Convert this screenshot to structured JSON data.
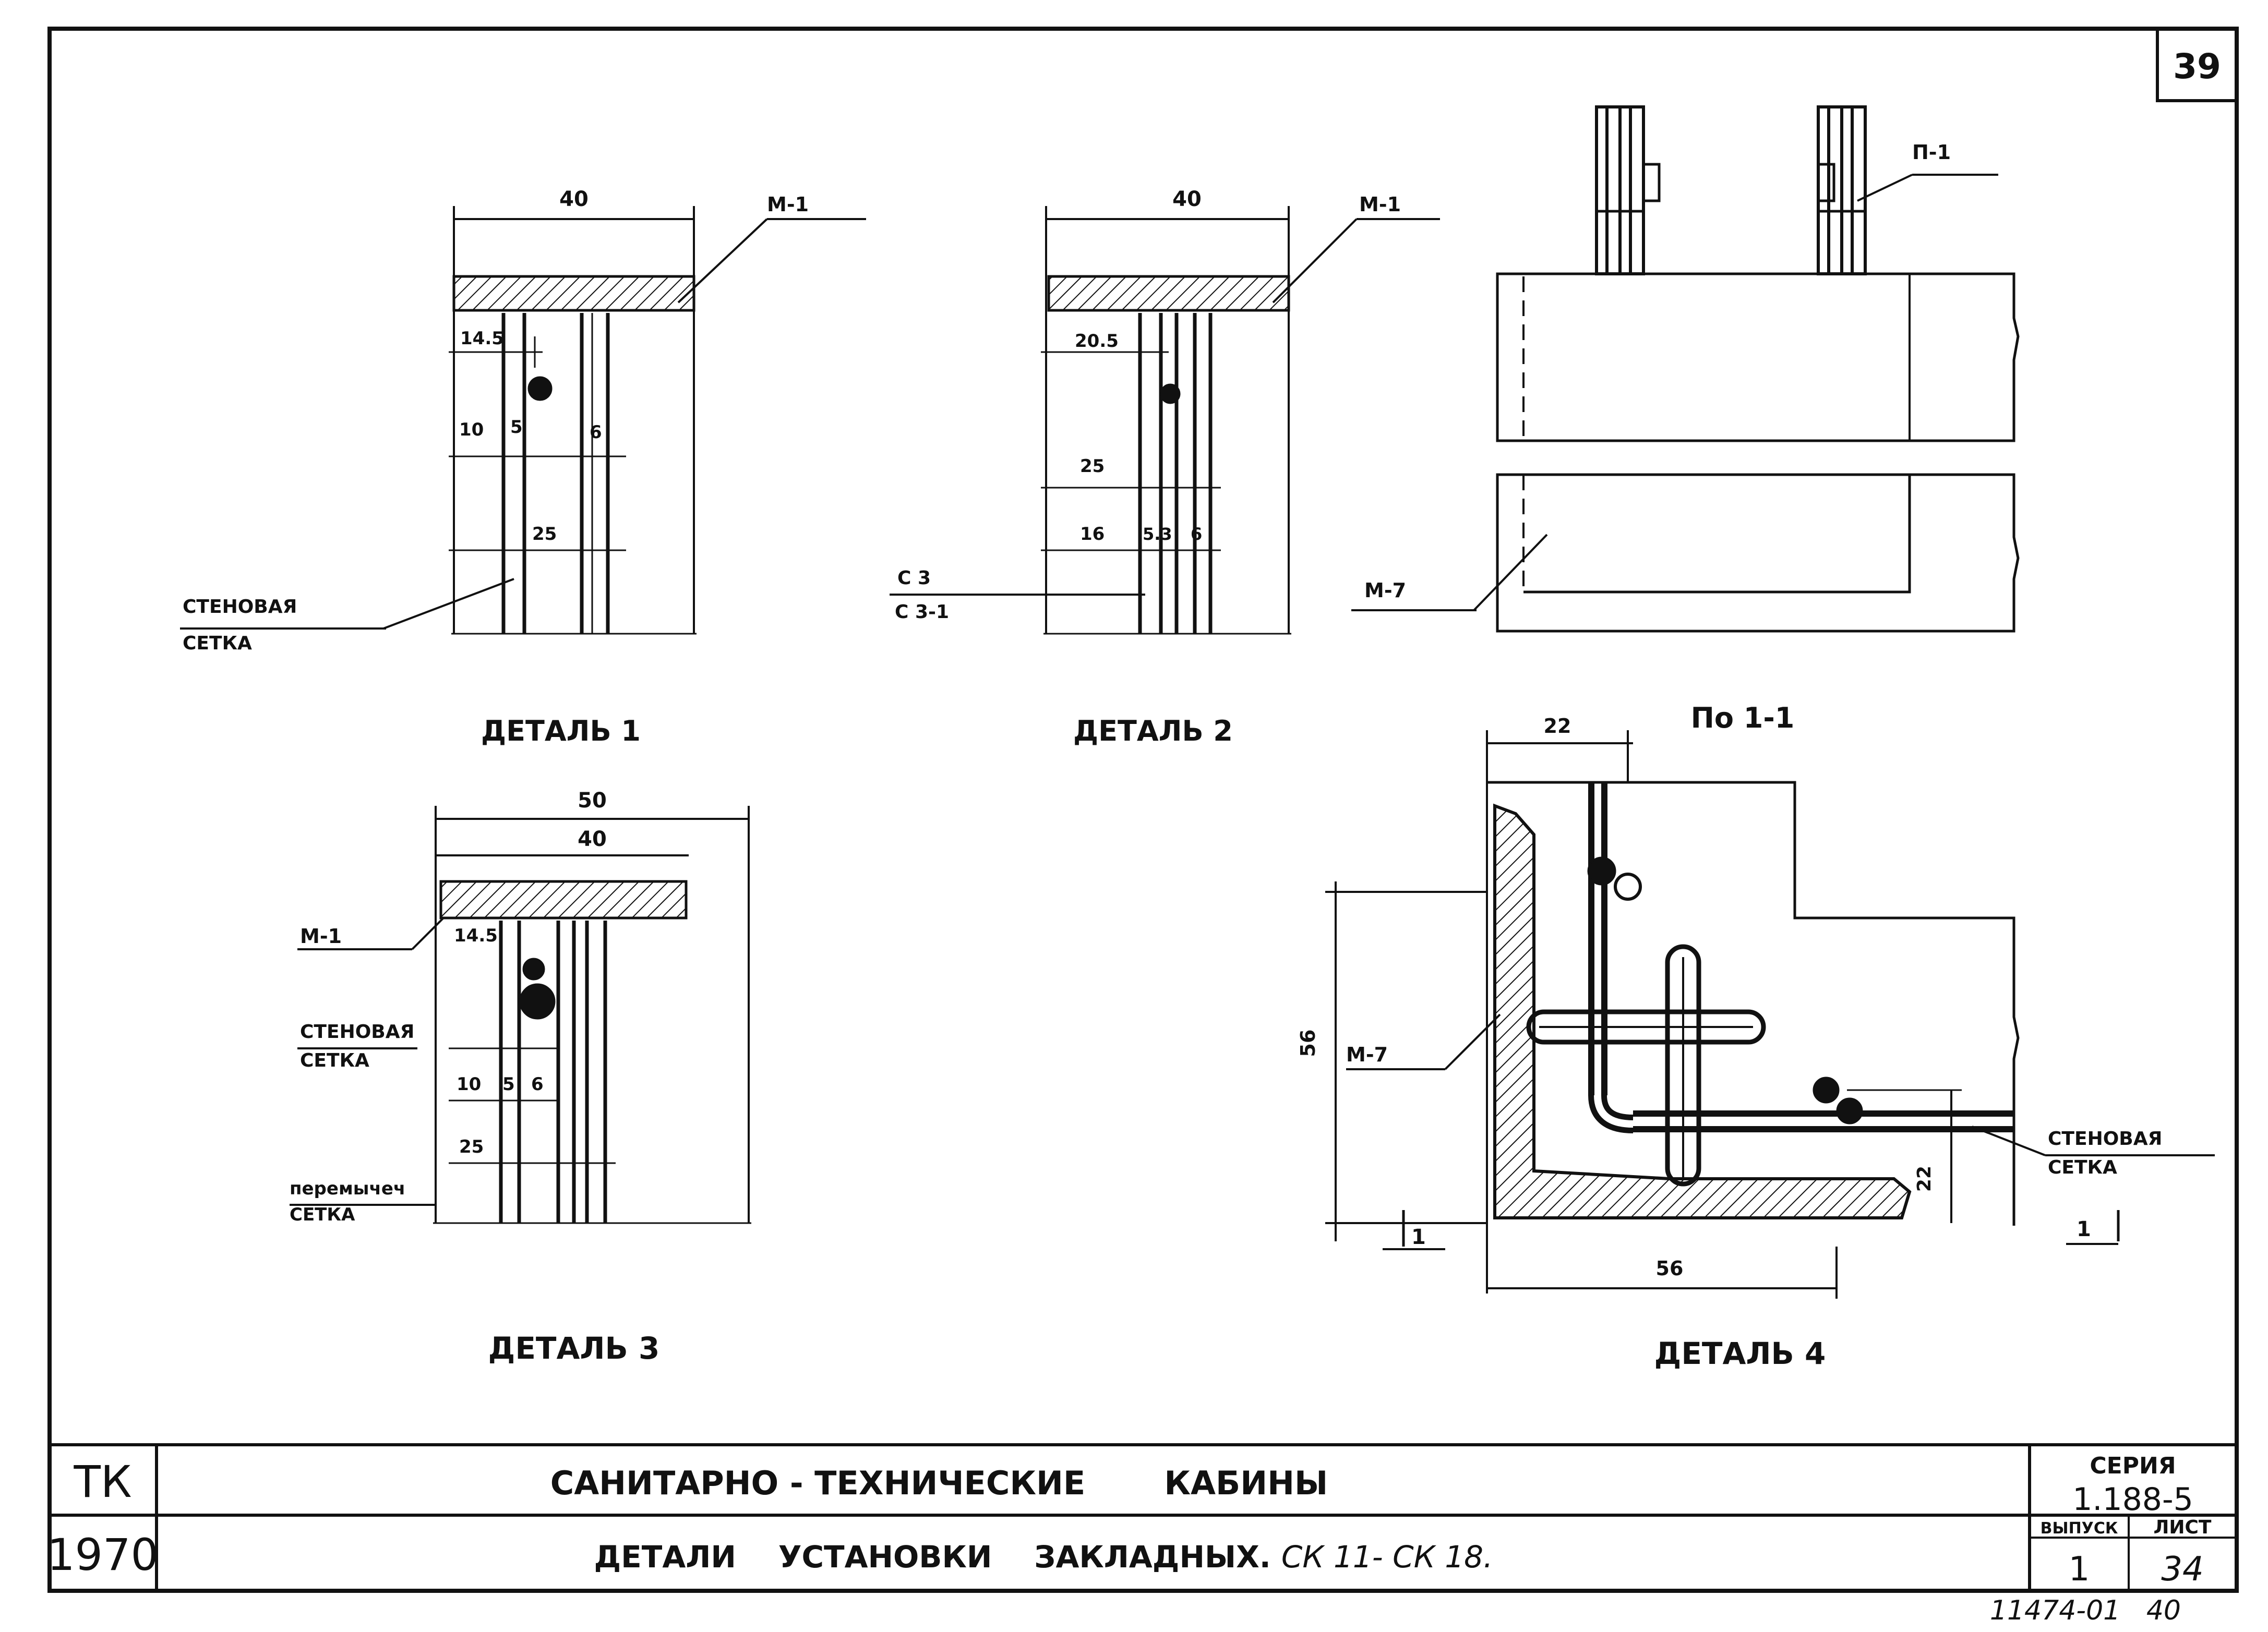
{
  "page_number": "39",
  "details": {
    "d1": {
      "caption": "ДЕТАЛЬ 1",
      "dim_width": "40",
      "dim_145": "14.5",
      "dim_10": "10",
      "label_5": "5",
      "label_6": "6",
      "dim_25": "25",
      "part_m1": "М-1",
      "mesh_line1": "СТЕНОВАЯ",
      "mesh_line2": "СЕТКА"
    },
    "d2": {
      "caption": "ДЕТАЛЬ 2",
      "dim_width": "40",
      "dim_205": "20.5",
      "dim_25": "25",
      "dim_16": "16",
      "label_53": "5.3",
      "label_6": "6",
      "part_m1": "М-1",
      "mesh_c3": "С 3",
      "mesh_c31": "С 3-1"
    },
    "d3": {
      "caption": "ДЕТАЛЬ 3",
      "dim_50": "50",
      "dim_40": "40",
      "dim_145": "14.5",
      "dim_10": "10",
      "label_5": "5",
      "label_6": "6",
      "dim_25": "25",
      "part_m1": "М-1",
      "mesh_line1": "СТЕНОВАЯ",
      "mesh_line2": "СЕТКА",
      "lintel_line1": "перемычеч",
      "lintel_line2": "СЕТКА"
    },
    "section": {
      "caption": "По 1-1",
      "part_p1": "П-1",
      "part_m7": "М-7"
    },
    "d4": {
      "caption": "ДЕТАЛЬ 4",
      "dim_22_top": "22",
      "dim_56_left": "56",
      "dim_56_bottom": "56",
      "dim_22_right": "22",
      "part_m7": "М-7",
      "mesh_line1": "СТЕНОВАЯ",
      "mesh_line2": "СЕТКА",
      "cut_mark_left": "1",
      "cut_mark_right": "1"
    }
  },
  "title_block": {
    "code": "ТК",
    "year": "1970",
    "title1": "САНИТАРНО - ТЕХНИЧЕСКИЕ       КАБИНЫ",
    "title2": "ДЕТАЛИ    УСТАНОВКИ    ЗАКЛАДНЫХ.",
    "title2_hand": "СК 11- СК 18.",
    "series_label": "СЕРИЯ",
    "series_value": "1.188-5",
    "issue_label": "ВЫПУСК",
    "issue_value": "1",
    "sheet_label": "ЛИСТ",
    "sheet_value": "34"
  },
  "footer_note": "11474-01   40"
}
